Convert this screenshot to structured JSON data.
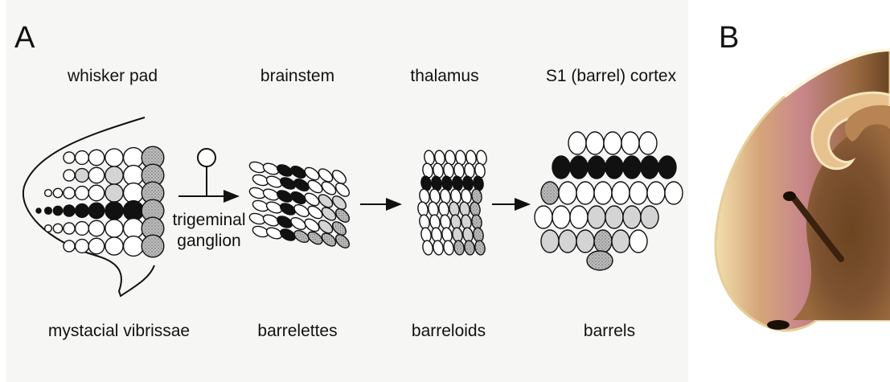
{
  "panel_a": {
    "letter": "A",
    "stages": [
      {
        "top_label": "whisker pad",
        "bottom_label": "mystacial vibrissae"
      },
      {
        "top_label": "brainstem",
        "bottom_label": "barrelettes"
      },
      {
        "top_label": "thalamus",
        "bottom_label": "barreloids"
      },
      {
        "top_label": "S1 (barrel) cortex",
        "bottom_label": "barrels"
      }
    ],
    "ganglion_label": [
      "trigeminal",
      "ganglion"
    ]
  },
  "panel_b": {
    "letter": "B"
  },
  "colors": {
    "black": "#111111",
    "light_gray": "#d4d4d4",
    "dark_gray": "#9a9a9a",
    "white": "#ffffff",
    "tissue_dark": "#5a3a1e",
    "tissue_mid": "#8a5f36",
    "tissue_light": "#e0c48c",
    "tissue_pink": "#c8868a"
  }
}
